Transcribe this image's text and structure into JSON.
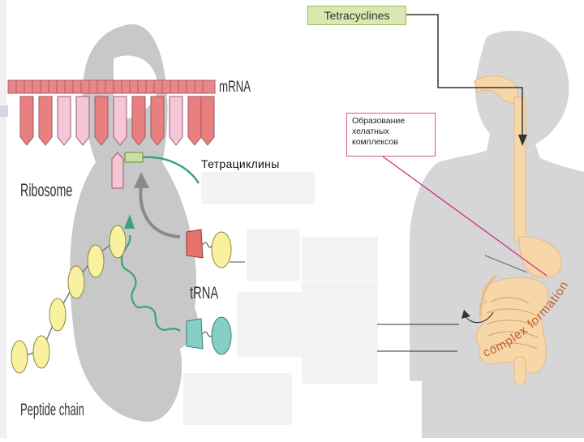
{
  "labels": {
    "tetracyclines_en": "Tetracyclines",
    "tetracyclines_ru": "Тетрациклины",
    "chelate_note_lines": [
      "Образование",
      "хелатных",
      "комплексов"
    ],
    "mrna": "mRNA",
    "ribosome": "Ribosome",
    "trna": "tRNA",
    "peptide_chain": "Peptide chain",
    "complex_formation": "complex formation"
  },
  "colors": {
    "ribosome_gray": "#c8c8c8",
    "mrna_bar": "#e8878a",
    "codon_pink": "#f4c6d6",
    "codon_red": "#ea7f80",
    "peptide_yellow": "#f7f1a0",
    "trna_red": "#e5736a",
    "trna_teal": "#86cfc4",
    "drug_green": "#3aa37e",
    "gi_tract": "#f7d6a8",
    "body_gray": "#d6d6d6",
    "label_box_green": "#d9e8b0",
    "magenta_line": "#d42b8a",
    "formation_text": "#c45a2a"
  }
}
